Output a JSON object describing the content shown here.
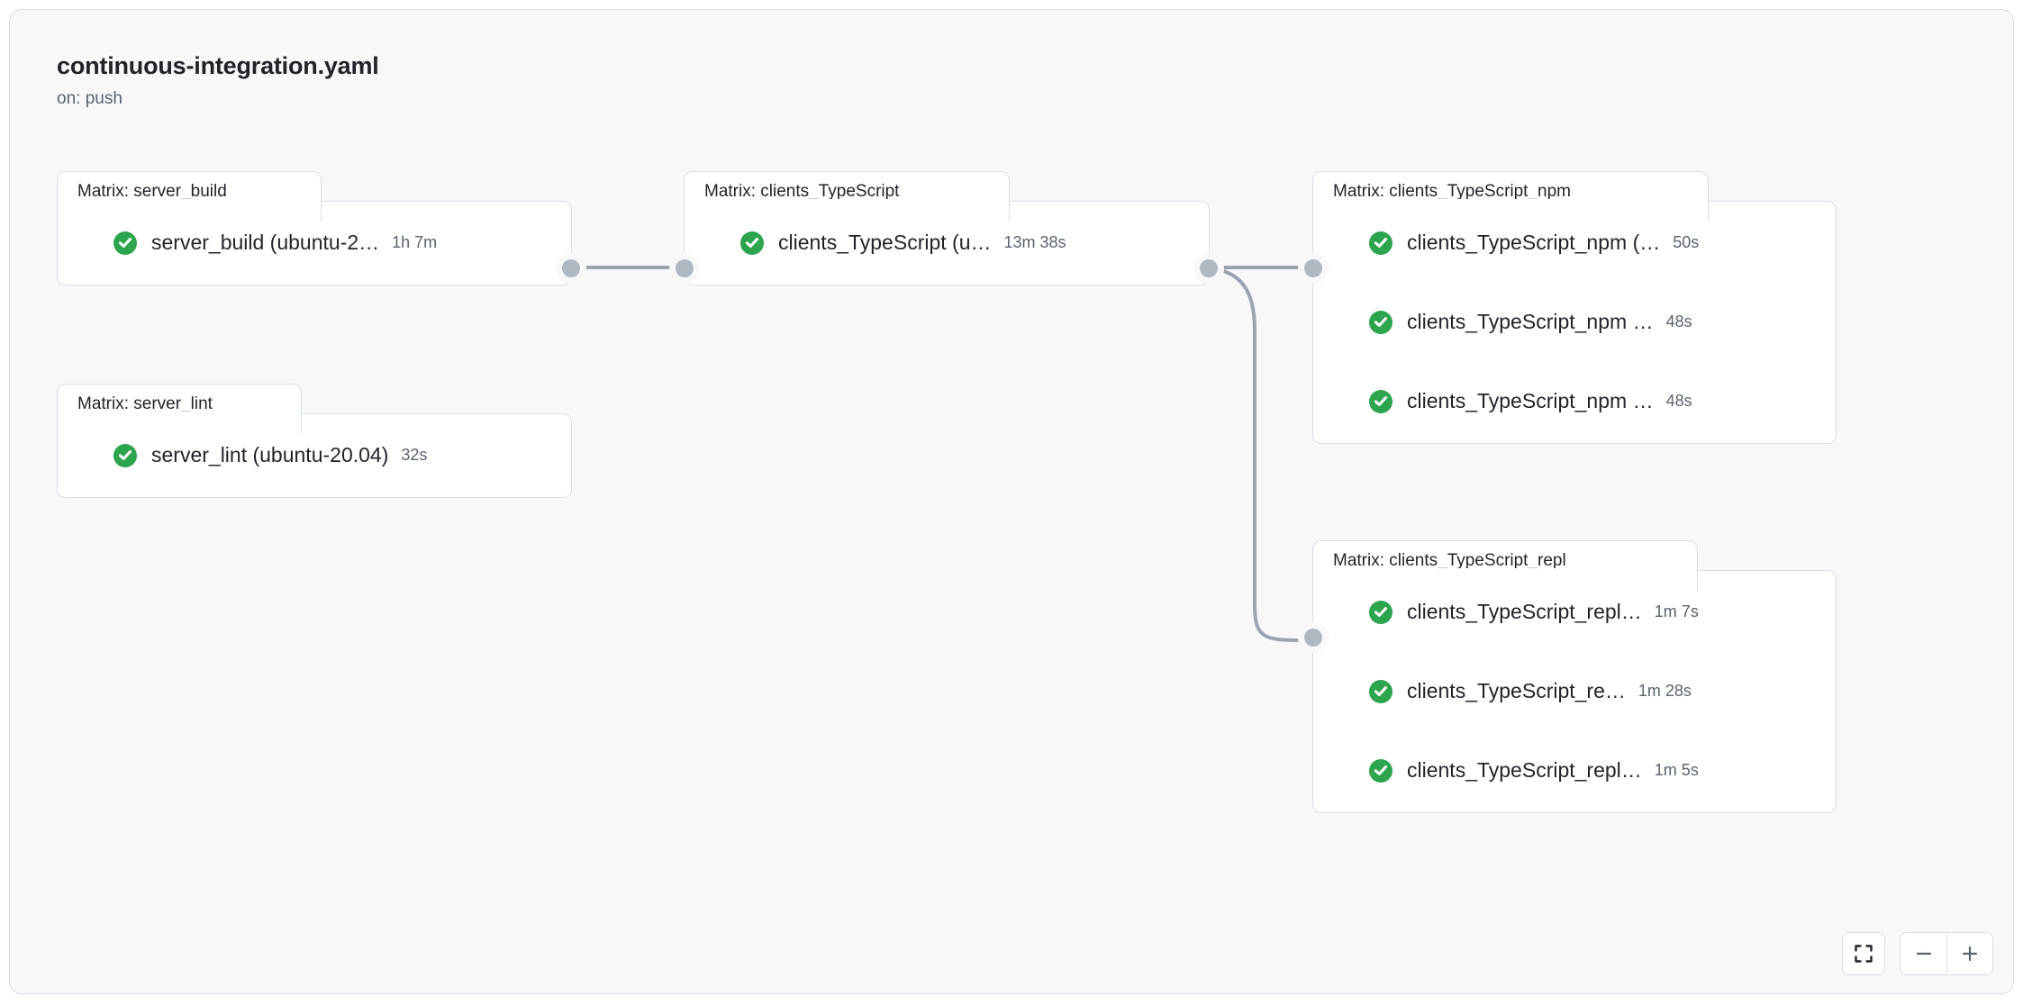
{
  "workflow": {
    "title": "continuous-integration.yaml",
    "trigger": "on: push"
  },
  "colors": {
    "panel_background": "#f6f8fa",
    "card_background": "#ffffff",
    "border": "#d8dee4",
    "text": "#1f2328",
    "muted_text": "#59636e",
    "success_green": "#2da44e",
    "edge": "#9ba4ae",
    "port": "#afb8c1"
  },
  "groups": [
    {
      "id": "server_build",
      "tab_label": "Matrix: server_build",
      "jobs": [
        {
          "status": "success-check-icon",
          "name": "server_build (ubuntu-2…",
          "duration": "1h 7m"
        }
      ]
    },
    {
      "id": "server_lint",
      "tab_label": "Matrix: server_lint",
      "jobs": [
        {
          "status": "success-check-icon",
          "name": "server_lint (ubuntu-20.04)",
          "duration": "32s"
        }
      ]
    },
    {
      "id": "clients_TypeScript",
      "tab_label": "Matrix: clients_TypeScript",
      "jobs": [
        {
          "status": "success-check-icon",
          "name": "clients_TypeScript (u…",
          "duration": "13m 38s"
        }
      ]
    },
    {
      "id": "clients_TypeScript_npm",
      "tab_label": "Matrix: clients_TypeScript_npm",
      "jobs": [
        {
          "status": "success-check-icon",
          "name": "clients_TypeScript_npm (…",
          "duration": "50s"
        },
        {
          "status": "success-check-icon",
          "name": "clients_TypeScript_npm …",
          "duration": "48s"
        },
        {
          "status": "success-check-icon",
          "name": "clients_TypeScript_npm …",
          "duration": "48s"
        }
      ]
    },
    {
      "id": "clients_TypeScript_repl",
      "tab_label": "Matrix: clients_TypeScript_repl",
      "jobs": [
        {
          "status": "success-check-icon",
          "name": "clients_TypeScript_repl…",
          "duration": "1m 7s"
        },
        {
          "status": "success-check-icon",
          "name": "clients_TypeScript_re…",
          "duration": "1m 28s"
        },
        {
          "status": "success-check-icon",
          "name": "clients_TypeScript_repl…",
          "duration": "1m 5s"
        }
      ]
    }
  ],
  "controls": {
    "fit_screen": "fit-to-screen-icon",
    "zoom_out": "minus-icon",
    "zoom_in": "plus-icon"
  }
}
